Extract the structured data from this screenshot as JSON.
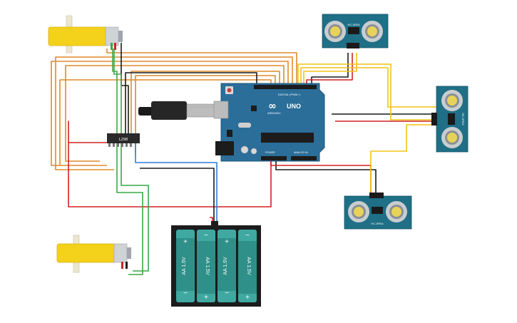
{
  "arduino": {
    "uno_label": "UNO",
    "brand": "ARDUINO",
    "digital_label": "DIGITAL (PWM~)",
    "power_label": "POWER",
    "analog_label": "ANALOG IN",
    "color": "#2b6e99"
  },
  "driver": {
    "label": "L298"
  },
  "battery_pack": {
    "cell_label": "AA 1.5V",
    "plus": "+",
    "minus": "−"
  },
  "sensors": {
    "model": "HC-SR04",
    "color": "#1f6f86"
  },
  "wire_colors": {
    "orange": "#e08a2a",
    "red": "#d22222",
    "black": "#1a1a1a",
    "green": "#39a845",
    "yellow": "#f2c318",
    "blue": "#2f7fd6"
  }
}
